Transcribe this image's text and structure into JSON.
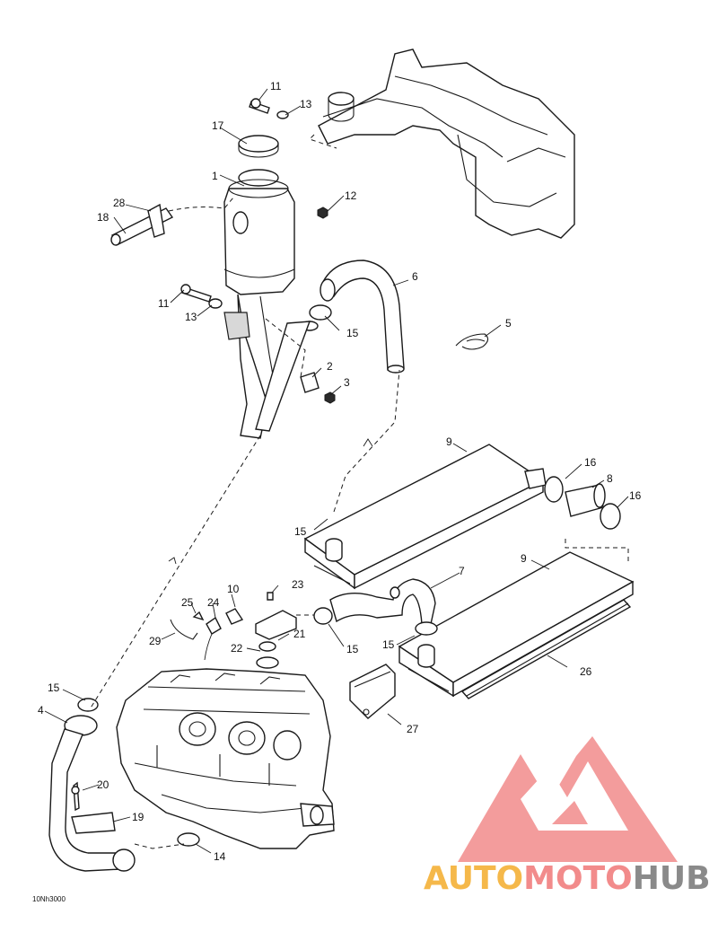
{
  "diagram_code": "10Nh3000",
  "callouts": [
    {
      "id": "c1",
      "text": "1"
    },
    {
      "id": "c2",
      "text": "2"
    },
    {
      "id": "c3",
      "text": "3"
    },
    {
      "id": "c4",
      "text": "4"
    },
    {
      "id": "c5",
      "text": "5"
    },
    {
      "id": "c6",
      "text": "6"
    },
    {
      "id": "c7",
      "text": "7"
    },
    {
      "id": "c8",
      "text": "8"
    },
    {
      "id": "c9a",
      "text": "9"
    },
    {
      "id": "c9b",
      "text": "9"
    },
    {
      "id": "c10",
      "text": "10"
    },
    {
      "id": "c11a",
      "text": "11"
    },
    {
      "id": "c11b",
      "text": "11"
    },
    {
      "id": "c12",
      "text": "12"
    },
    {
      "id": "c13a",
      "text": "13"
    },
    {
      "id": "c13b",
      "text": "13"
    },
    {
      "id": "c14",
      "text": "14"
    },
    {
      "id": "c15a",
      "text": "15"
    },
    {
      "id": "c15b",
      "text": "15"
    },
    {
      "id": "c15c",
      "text": "15"
    },
    {
      "id": "c15d",
      "text": "15"
    },
    {
      "id": "c15e",
      "text": "15"
    },
    {
      "id": "c16a",
      "text": "16"
    },
    {
      "id": "c16b",
      "text": "16"
    },
    {
      "id": "c17",
      "text": "17"
    },
    {
      "id": "c18",
      "text": "18"
    },
    {
      "id": "c19",
      "text": "19"
    },
    {
      "id": "c20",
      "text": "20"
    },
    {
      "id": "c21",
      "text": "21"
    },
    {
      "id": "c22",
      "text": "22"
    },
    {
      "id": "c23",
      "text": "23"
    },
    {
      "id": "c24",
      "text": "24"
    },
    {
      "id": "c25",
      "text": "25"
    },
    {
      "id": "c26",
      "text": "26"
    },
    {
      "id": "c27",
      "text": "27"
    },
    {
      "id": "c28",
      "text": "28"
    },
    {
      "id": "c29",
      "text": "29"
    }
  ],
  "watermark": {
    "part1": "AUTO",
    "part2": "MOTO",
    "part3": "HUB",
    "color1": "#f5b84a",
    "color2": "#f28b8b",
    "color3": "#8a8a8a",
    "logo_color": "#f28b8b"
  }
}
